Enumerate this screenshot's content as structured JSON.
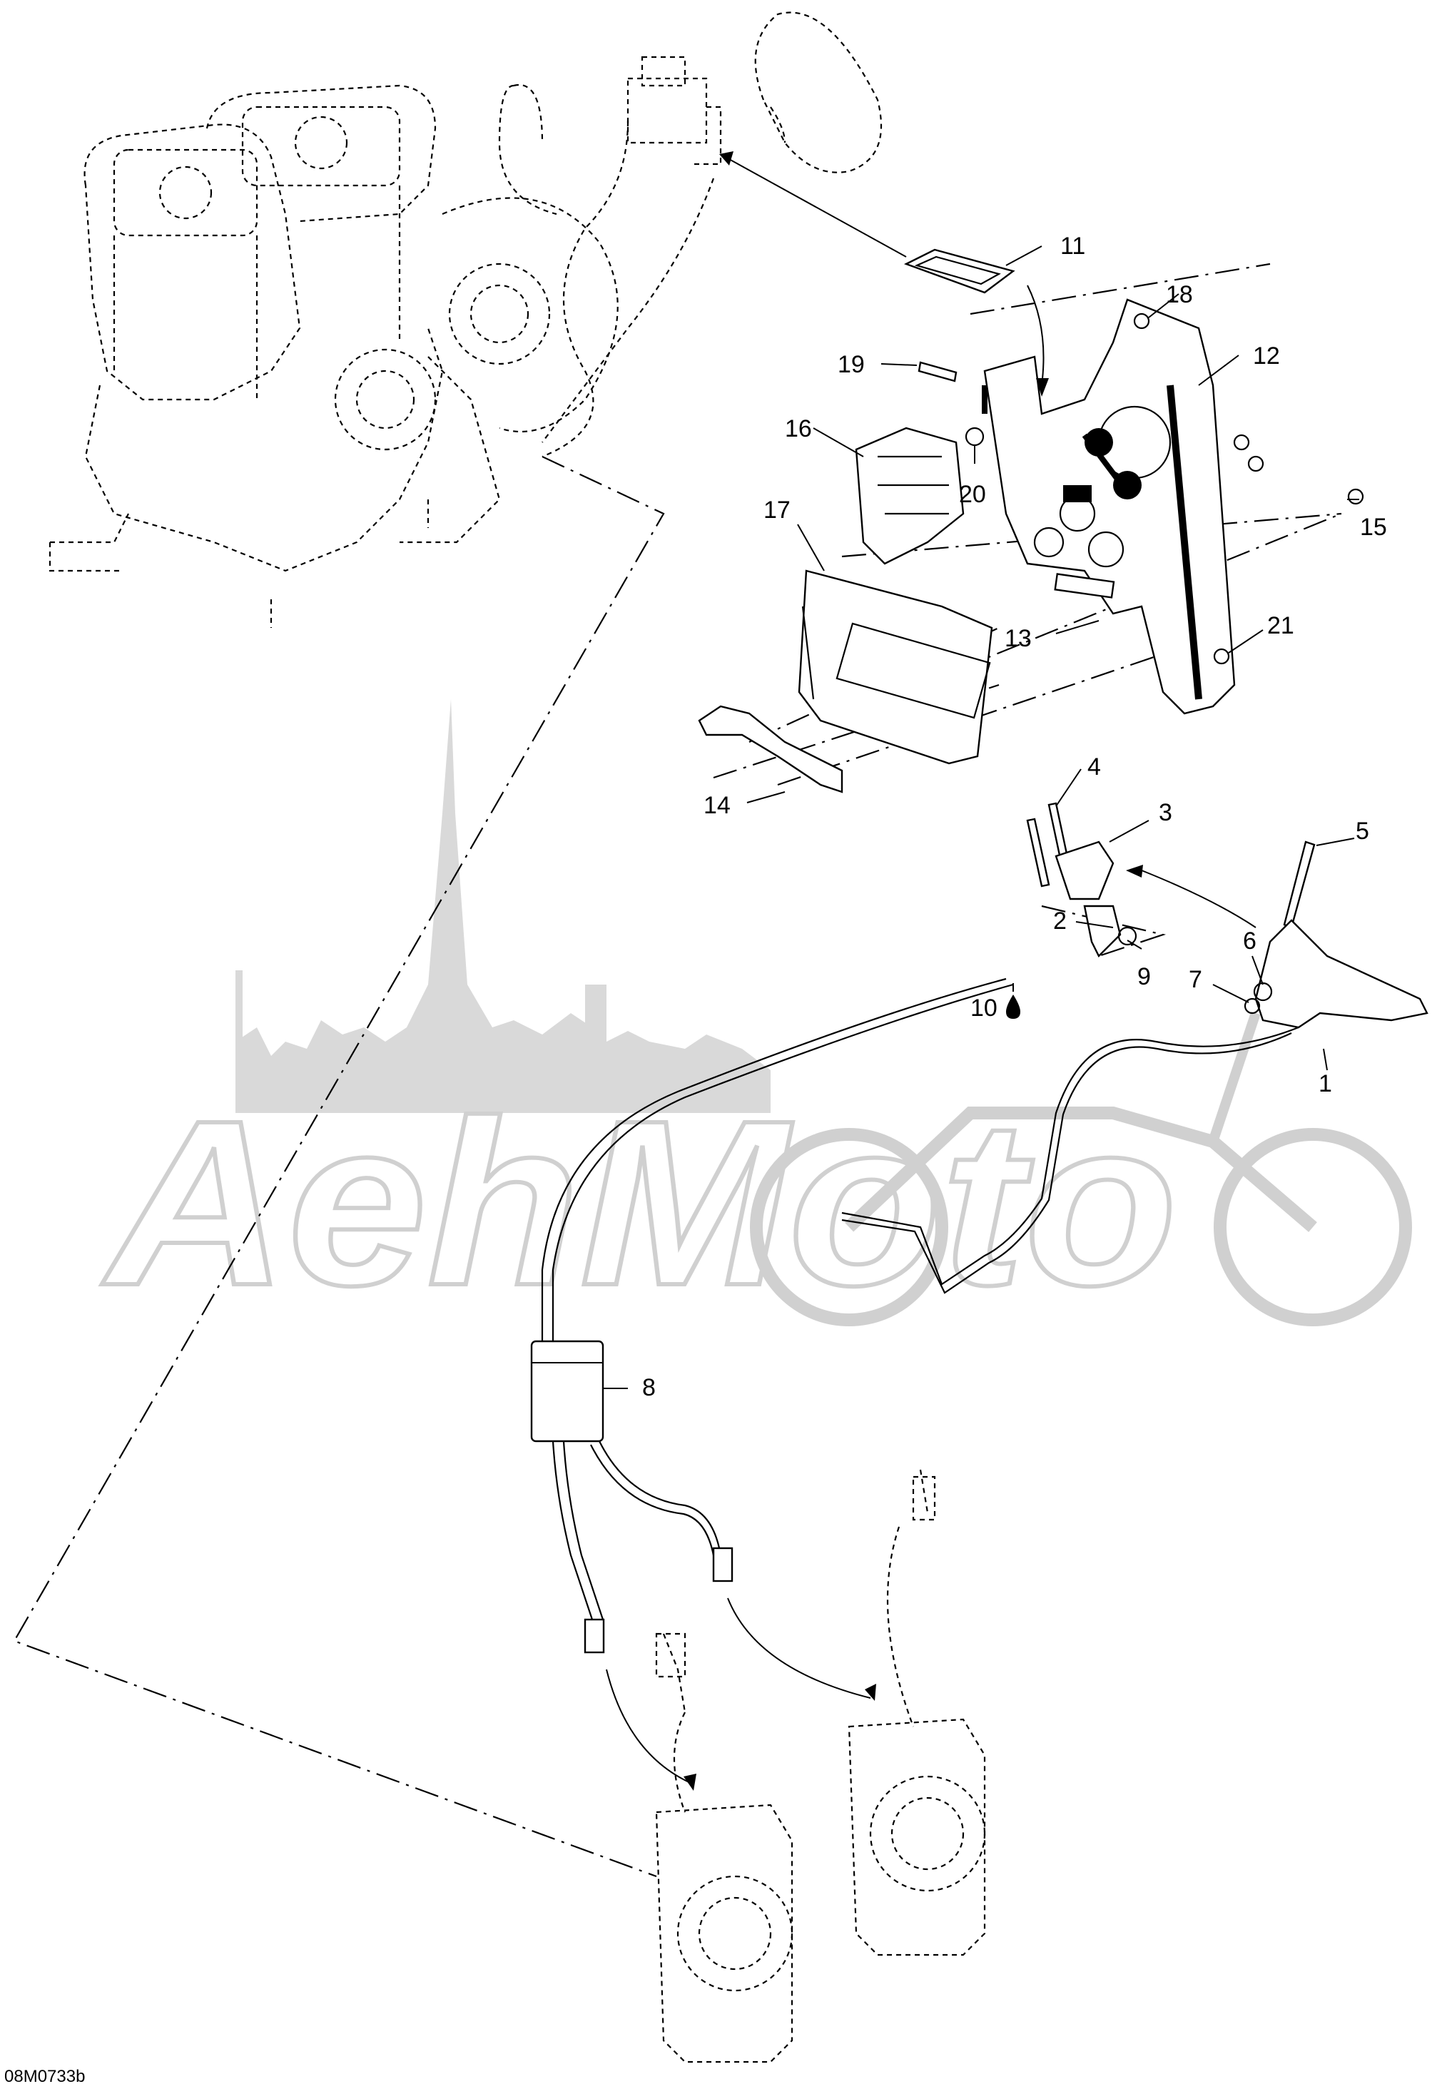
{
  "diagram": {
    "document_id": "08M0733b",
    "watermark_text": "AehMoto",
    "callouts": [
      {
        "id": "1",
        "label": "1"
      },
      {
        "id": "2",
        "label": "2"
      },
      {
        "id": "3",
        "label": "3"
      },
      {
        "id": "4",
        "label": "4"
      },
      {
        "id": "5",
        "label": "5"
      },
      {
        "id": "6",
        "label": "6"
      },
      {
        "id": "7",
        "label": "7"
      },
      {
        "id": "8",
        "label": "8"
      },
      {
        "id": "9",
        "label": "9"
      },
      {
        "id": "10",
        "label": "10"
      },
      {
        "id": "11",
        "label": "11"
      },
      {
        "id": "12",
        "label": "12"
      },
      {
        "id": "13",
        "label": "13"
      },
      {
        "id": "14",
        "label": "14"
      },
      {
        "id": "15",
        "label": "15"
      },
      {
        "id": "16",
        "label": "16"
      },
      {
        "id": "17",
        "label": "17"
      },
      {
        "id": "18",
        "label": "18"
      },
      {
        "id": "19",
        "label": "19"
      },
      {
        "id": "20",
        "label": "20"
      },
      {
        "id": "21",
        "label": "21"
      }
    ],
    "symbols": {
      "lubricant_drop_icon": "drop"
    }
  }
}
